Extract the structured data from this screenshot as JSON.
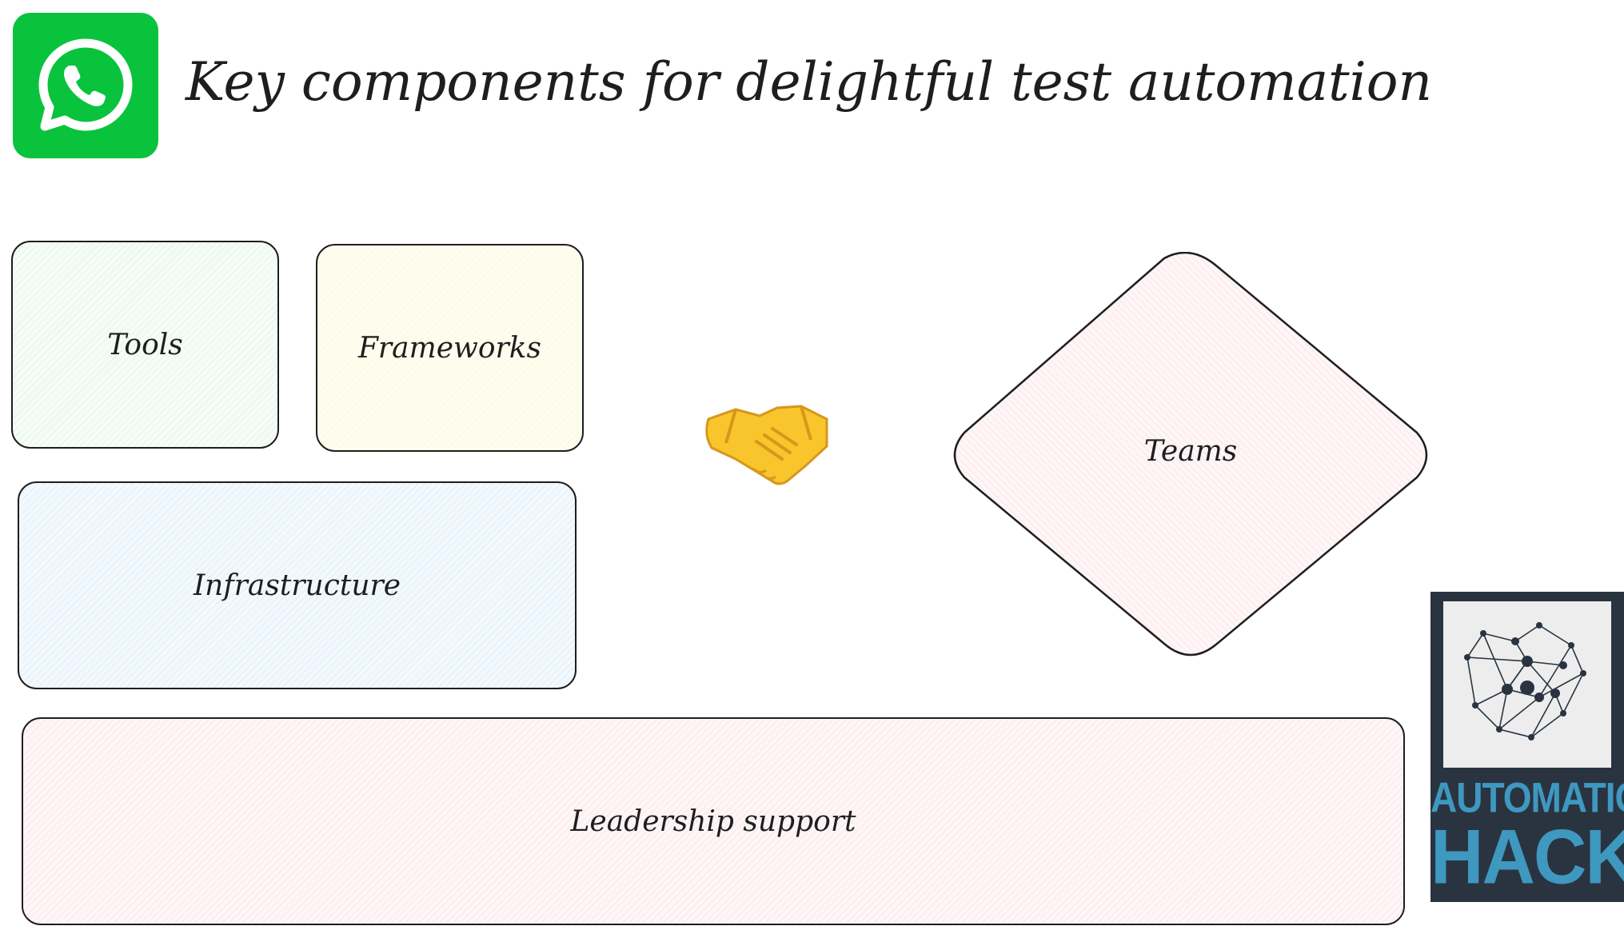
{
  "title": "Key components for delightful test automation",
  "components": {
    "tools": "Tools",
    "frameworks": "Frameworks",
    "infrastructure": "Infrastructure",
    "teams": "Teams",
    "leadership": "Leadership support"
  },
  "connector_emoji": "handshake",
  "logo": {
    "line1": "AUTOMATION",
    "line2": "HACKS"
  },
  "icons": {
    "corner_logo": "whatsapp-icon",
    "connector": "handshake-icon",
    "brand": "automation-hacks-logo"
  },
  "colors": {
    "whatsapp_green": "#09c33d",
    "tools_fill": "#ebf8ee",
    "frameworks_fill": "#fdfbe3",
    "infrastructure_fill": "#e8f3fb",
    "teams_fill": "#fcecef",
    "leadership_fill": "#fcecef",
    "logo_bg": "#2a3440",
    "logo_text": "#3e98c0"
  }
}
